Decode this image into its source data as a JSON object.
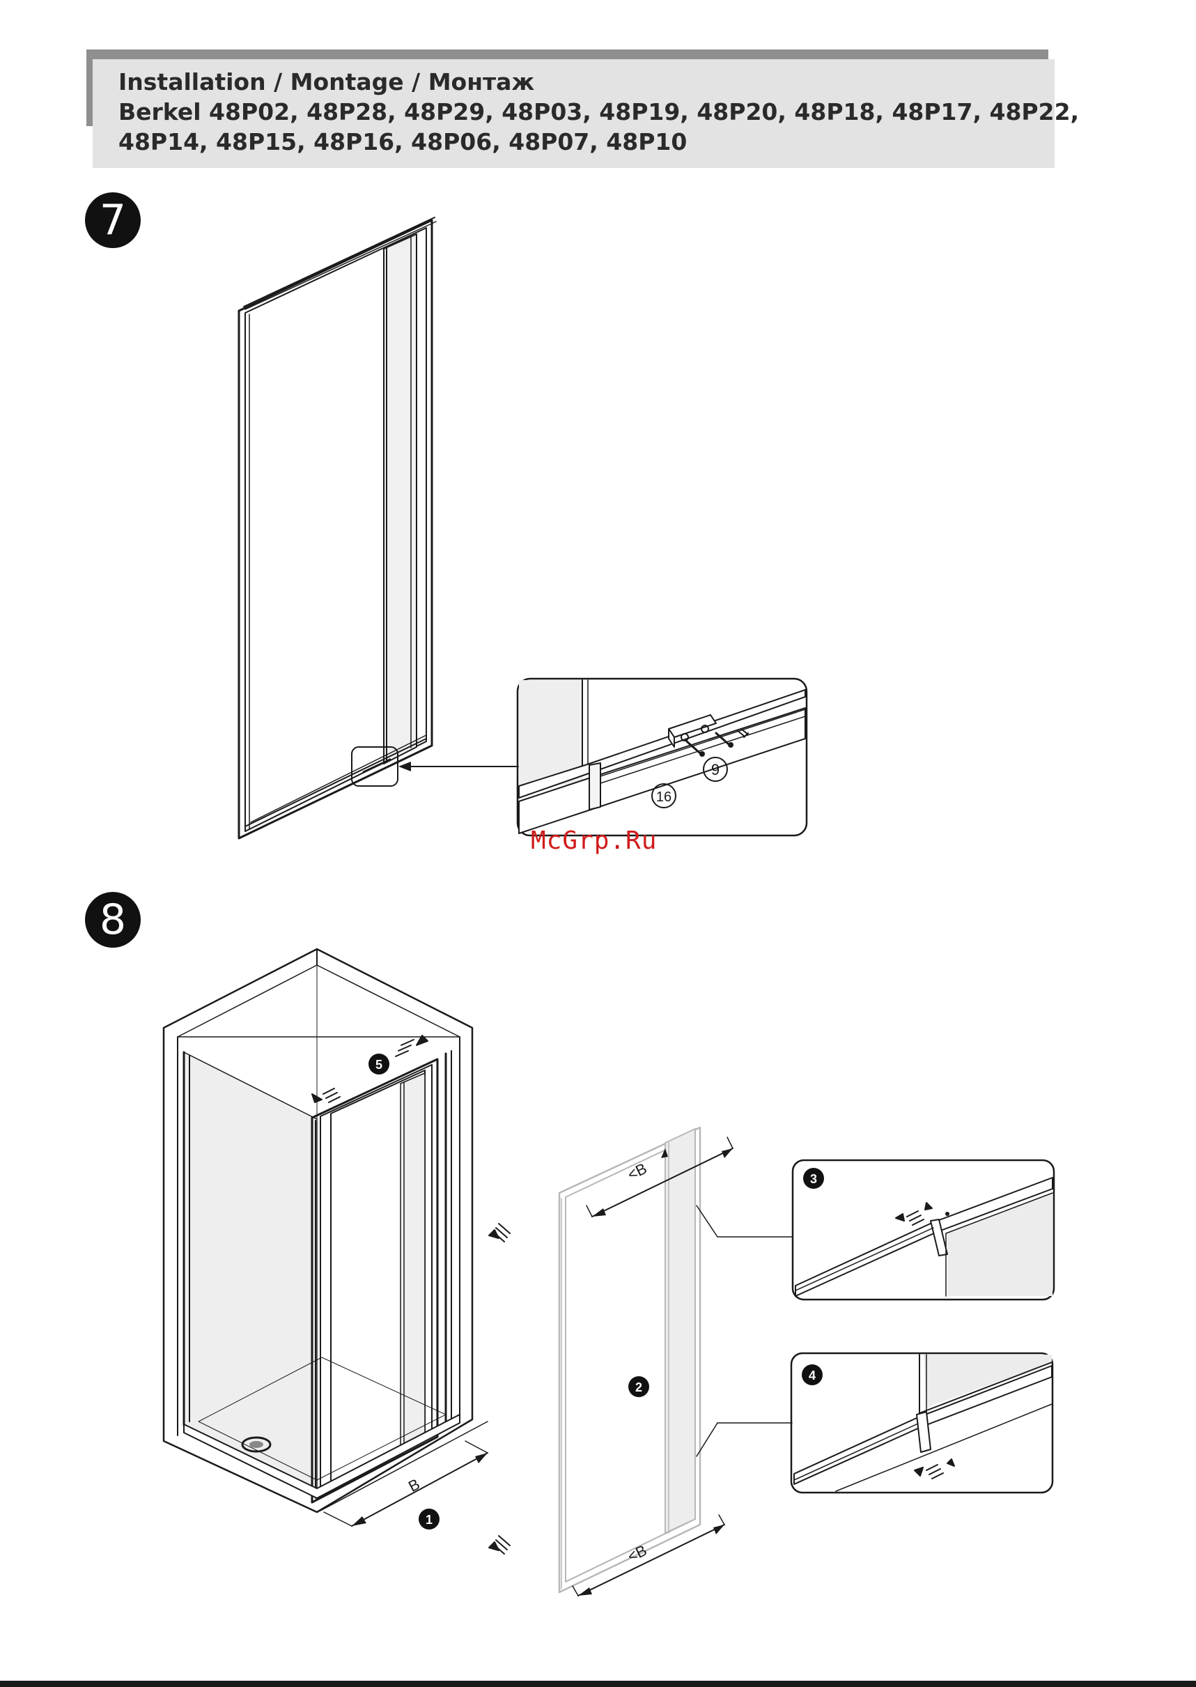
{
  "header": {
    "title": "Installation / Montage / Монтаж",
    "models_line1": "Berkel 48P02, 48P28, 48P29, 48P03, 48P19, 48P20, 48P18, 48P17, 48P22,",
    "models_line2": "48P14, 48P15, 48P16, 48P06, 48P07, 48P10"
  },
  "steps": {
    "step7": {
      "number": "7"
    },
    "step8": {
      "number": "8"
    }
  },
  "step7_detail": {
    "part_screw": "9",
    "part_profile": "16"
  },
  "step8_labels": {
    "sub1": "1",
    "sub2": "2",
    "sub3": "3",
    "sub4": "4",
    "sub5": "5",
    "dim_b": "B",
    "dim_lt_b_top": "<B",
    "dim_lt_b_bottom": "<B"
  },
  "watermark": "McGrp.Ru",
  "colors": {
    "header_band": "#e3e3e3",
    "header_shadow": "#8f8f8f",
    "watermark": "#d11b1b",
    "ink": "#1a1a1a"
  }
}
